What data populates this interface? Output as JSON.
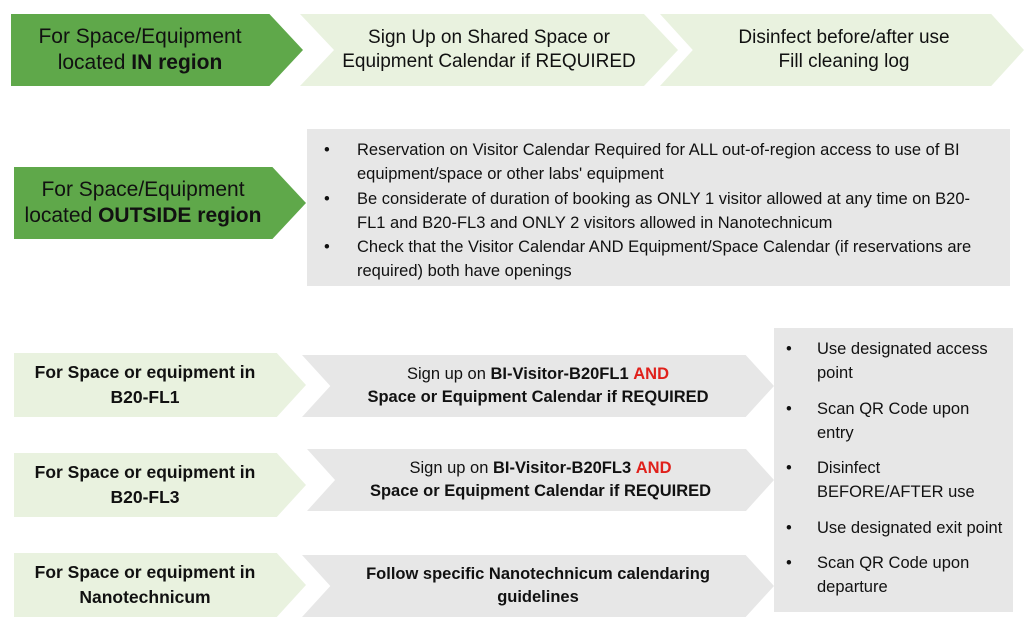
{
  "row1": {
    "in_region_line1": "For Space/Equipment",
    "in_region_line2_prefix": "located ",
    "in_region_line2_bold": "IN region",
    "step2_line1": "Sign Up on Shared Space or",
    "step2_line2": "Equipment Calendar if REQUIRED",
    "step3_line1": "Disinfect before/after use",
    "step3_line2": "Fill cleaning log"
  },
  "row2": {
    "out_region_line1": "For Space/Equipment",
    "out_region_line2_prefix": "located ",
    "out_region_line2_bold": "OUTSIDE region",
    "bullets": [
      "Reservation on Visitor Calendar Required for ALL out-of-region access to use of BI equipment/space or other labs' equipment",
      "Be considerate of duration of booking as ONLY 1 visitor allowed at any time on B20-FL1 and B20-FL3 and ONLY 2 visitors allowed in Nanotechnicum",
      "Check that the Visitor Calendar AND Equipment/Space Calendar (if reservations are required) both have openings"
    ]
  },
  "rows": [
    {
      "label_line1": "For Space or equipment in",
      "label_line2": "B20-FL1",
      "action_prefix": "Sign up on ",
      "action_bold": "BI-Visitor-B20FL1",
      "action_red": "AND",
      "action_line2": "Space or Equipment Calendar if REQUIRED"
    },
    {
      "label_line1": "For Space or equipment in",
      "label_line2": "B20-FL3",
      "action_prefix": "Sign up on ",
      "action_bold": "BI-Visitor-B20FL3",
      "action_red": "AND",
      "action_line2": "Space or Equipment Calendar if REQUIRED"
    },
    {
      "label_line1": "For Space or equipment in",
      "label_line2": "Nanotechnicum",
      "action_line1": "Follow specific Nanotechnicum calendaring",
      "action_line2": "guidelines"
    }
  ],
  "right_panel": {
    "bullets": [
      "Use designated access point",
      "Scan QR Code upon entry",
      "Disinfect BEFORE/AFTER use",
      "Use designated exit point",
      "Scan QR Code upon departure"
    ]
  },
  "colors": {
    "dark_green": "#5fa84a",
    "light_green": "#e9f2df",
    "grey": "#e7e7e7",
    "red": "#e0201b"
  }
}
